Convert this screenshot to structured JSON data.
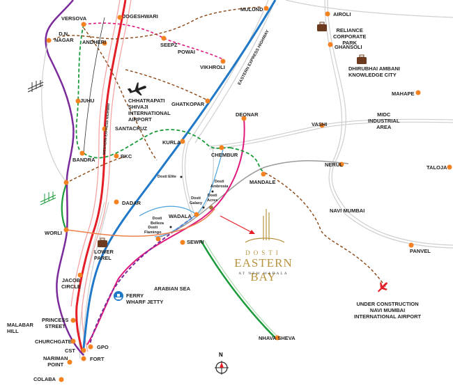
{
  "labels": {
    "versova": "VERSOVA",
    "jogeshwari": "JOGESHWARI",
    "dn_nagar": "D.N.\nNAGAR",
    "andheri": "ANDHERI",
    "seepz": "SEEPZ",
    "powai": "POWAI",
    "vikhroli": "VIKHROLI",
    "mulund": "MULUND",
    "eastern_highway": "EASTERN EXPRESS HIGHWAY",
    "western_highway": "WESTERN EXPRESS HIGHWAY",
    "airoli": "AIROLI",
    "reliance": "RELIANCE\nCORPORATE\nPARK",
    "ghansoli": "GHANSOLI",
    "dhirubhai": "DHIRUBHAI AMBANI\nKNOWLEDGE CITY",
    "mahape": "MAHAPE",
    "midc": "MIDC\nINDUSTRIAL\nAREA",
    "vashi": "VASHI",
    "nerul": "NERUL",
    "taloja": "TALOJA",
    "juhu": "JUHU",
    "airport": "CHHATRAPATI\nSHIVAJI\nINTERNATIONAL\nAIRPORT",
    "ghatkopar": "GHATKOPAR",
    "deonar": "DEONAR",
    "santacruz": "SANTACRUZ",
    "kurla": "KURLA",
    "chembur": "CHEMBUR",
    "bandra": "BANDRA",
    "bkc": "BKC",
    "dosti_elite": "Dosti Elite",
    "dosti_ambrosia": "Dosti\nAmbrosia",
    "dosti_galaxy": "Dosti\nGalaxy",
    "dosti_acres": "Dosti\nAcres",
    "mandale": "MANDALE",
    "navi_mumbai": "NAVI MUMBAI",
    "dadar": "DADAR",
    "wadala": "WADALA",
    "dosti_belleza": "Dosti\nBelleza",
    "dosti_flamingo": "Dosti\nFlamingo",
    "worli": "WORLI",
    "sewri": "SEWRI",
    "lower_parel": "LOWER\nPAREL",
    "panvel": "PANVEL",
    "jacob_circle": "JACOB\nCIRCLE",
    "ferry": "FERRY\nWHARF JETTY",
    "arabian_sea": "ARABIAN SEA",
    "new_airport": "UNDER CONSTRUCTION\nNAVI MUMBAI\nINTERNATIONAL AIRPORT",
    "princess_street": "PRINCESS\nSTREET",
    "malabar_hill": "MALABAR\nHILL",
    "churchgate": "CHURCHGATE",
    "cst": "CST",
    "gpo": "GPO",
    "fort": "FORT",
    "nariman_point": "NARIMAN\nPOINT",
    "colaba": "COLABA",
    "nhava_sheva": "NHAVA SHEVA",
    "north": "N"
  },
  "logo": {
    "top": "DOSTI",
    "main": "EASTERN BAY",
    "sub": "AT NEW WADALA"
  },
  "colors": {
    "western_railway": "#e41e26",
    "harbour": "#1f78c8",
    "metro_green": "#1a9a3a",
    "coastal_purple": "#7a2a9a",
    "magenta": "#e0197d",
    "pink_dashed": "#e0197d",
    "brown_dashed": "#8b4513",
    "station": "#f58220",
    "gold": "#b8923f"
  }
}
